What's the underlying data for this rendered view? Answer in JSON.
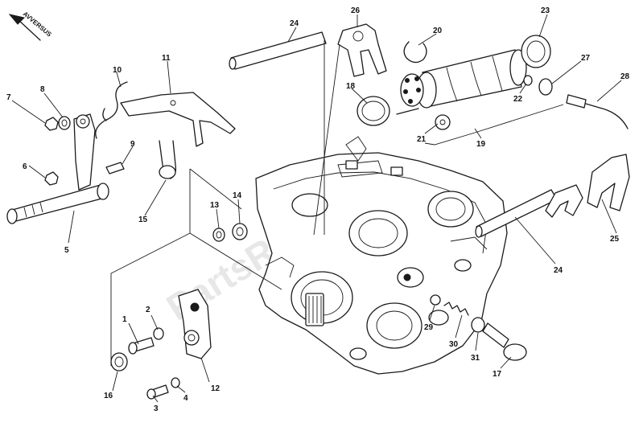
{
  "diagram": {
    "direction_label": "AVVERSUS",
    "watermark": "PartsRepublik",
    "callouts": [
      {
        "id": "c1",
        "text": "1"
      },
      {
        "id": "c2",
        "text": "2"
      },
      {
        "id": "c3",
        "text": "3"
      },
      {
        "id": "c4",
        "text": "4"
      },
      {
        "id": "c5",
        "text": "5"
      },
      {
        "id": "c6",
        "text": "6"
      },
      {
        "id": "c7",
        "text": "7"
      },
      {
        "id": "c8",
        "text": "8"
      },
      {
        "id": "c9",
        "text": "9"
      },
      {
        "id": "c10",
        "text": "10"
      },
      {
        "id": "c11",
        "text": "11"
      },
      {
        "id": "c12",
        "text": "12"
      },
      {
        "id": "c13",
        "text": "13"
      },
      {
        "id": "c14",
        "text": "14"
      },
      {
        "id": "c15",
        "text": "15"
      },
      {
        "id": "c16",
        "text": "16"
      },
      {
        "id": "c17",
        "text": "17"
      },
      {
        "id": "c18",
        "text": "18"
      },
      {
        "id": "c19",
        "text": "19"
      },
      {
        "id": "c20",
        "text": "20"
      },
      {
        "id": "c21",
        "text": "21"
      },
      {
        "id": "c22",
        "text": "22"
      },
      {
        "id": "c23",
        "text": "23"
      },
      {
        "id": "c24a",
        "text": "24"
      },
      {
        "id": "c24b",
        "text": "24"
      },
      {
        "id": "c25",
        "text": "25"
      },
      {
        "id": "c26",
        "text": "26"
      },
      {
        "id": "c27",
        "text": "27"
      },
      {
        "id": "c28",
        "text": "28"
      },
      {
        "id": "c29",
        "text": "29"
      },
      {
        "id": "c30",
        "text": "30"
      },
      {
        "id": "c31",
        "text": "31"
      }
    ]
  }
}
